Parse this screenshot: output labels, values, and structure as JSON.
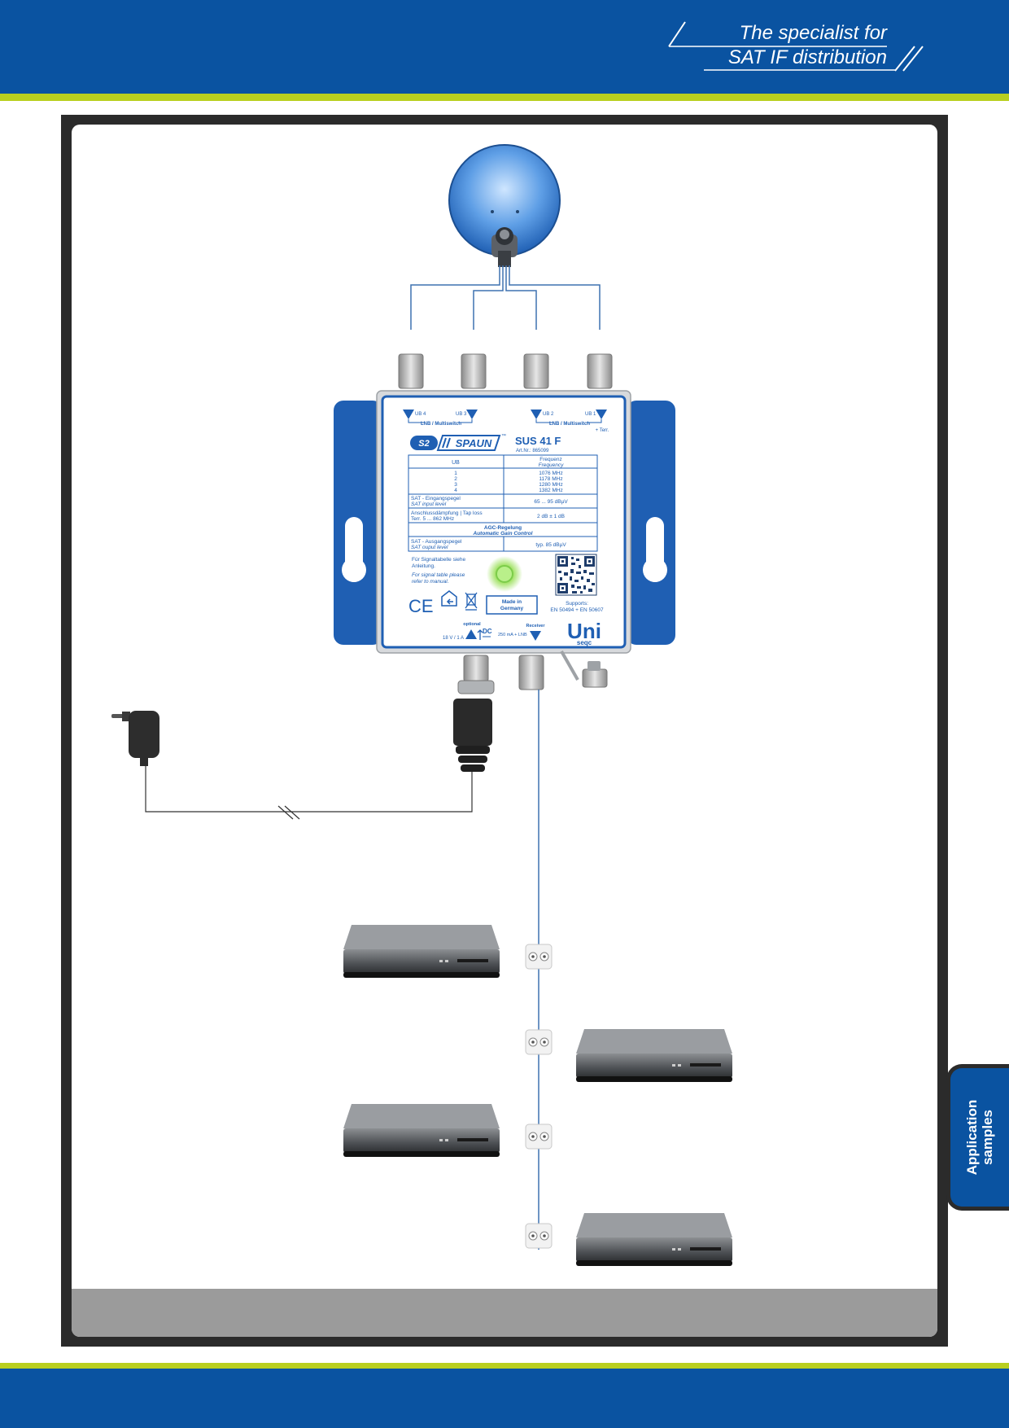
{
  "header": {
    "slogan_line1": "The specialist for",
    "slogan_line2": "SAT IF distribution",
    "brand_blue": "#0a53a1",
    "accent_green": "#b9cf1f"
  },
  "side_tab": {
    "line1": "Application",
    "line2": "samples"
  },
  "device": {
    "brand": "SPAUN",
    "brand_prefix": "S2",
    "trademark": "™",
    "model": "SUS 41 F",
    "article": "Art.Nr.: 865099",
    "port_labels": [
      "UB 4",
      "UB 3",
      "UB 2",
      "UB 1"
    ],
    "lnb_group_label": "LNB / Multiswitch",
    "terr_label": "+ Terr.",
    "table": {
      "col1_header": "UB",
      "col2_header_de": "Frequenz",
      "col2_header_en": "Frequency",
      "ub_values": [
        "1",
        "2",
        "3",
        "4"
      ],
      "freq_values": [
        "1076 MHz",
        "1178 MHz",
        "1280 MHz",
        "1382 MHz"
      ],
      "input_label_de": "SAT - Eingangspegel",
      "input_label_en": "SAT input level",
      "input_value": "65 ... 95 dBµV",
      "taploss_label_de": "Anschlussdämpfung | Tap loss",
      "taploss_label_terr": "Terr. 5 ... 862 MHz",
      "taploss_value": "2 dB ± 1 dB",
      "agc_de": "AGC-Regelung",
      "agc_en": "Automatic Gain Control",
      "output_label_de": "SAT - Ausgangspegel",
      "output_label_en": "SAT ouput level",
      "output_value": "typ. 85 dBµV"
    },
    "note_de_1": "Für Signaltabelle siehe",
    "note_de_2": "Anleitung.",
    "note_en_1": "For signal table please",
    "note_en_2": "refer to manual.",
    "made_in_1": "Made in",
    "made_in_2": "Germany",
    "supports_1": "Supports:",
    "supports_2": "EN 50494 + EN 50607",
    "optional_label": "optional",
    "dc_label": "DC",
    "power_label": "18 V / 1 A",
    "receiver_label": "Receiver",
    "receiver_power": "250 mA + LNB",
    "uni_logo": "Uni",
    "seqc_logo": "seqc",
    "ce_mark": "CE"
  }
}
